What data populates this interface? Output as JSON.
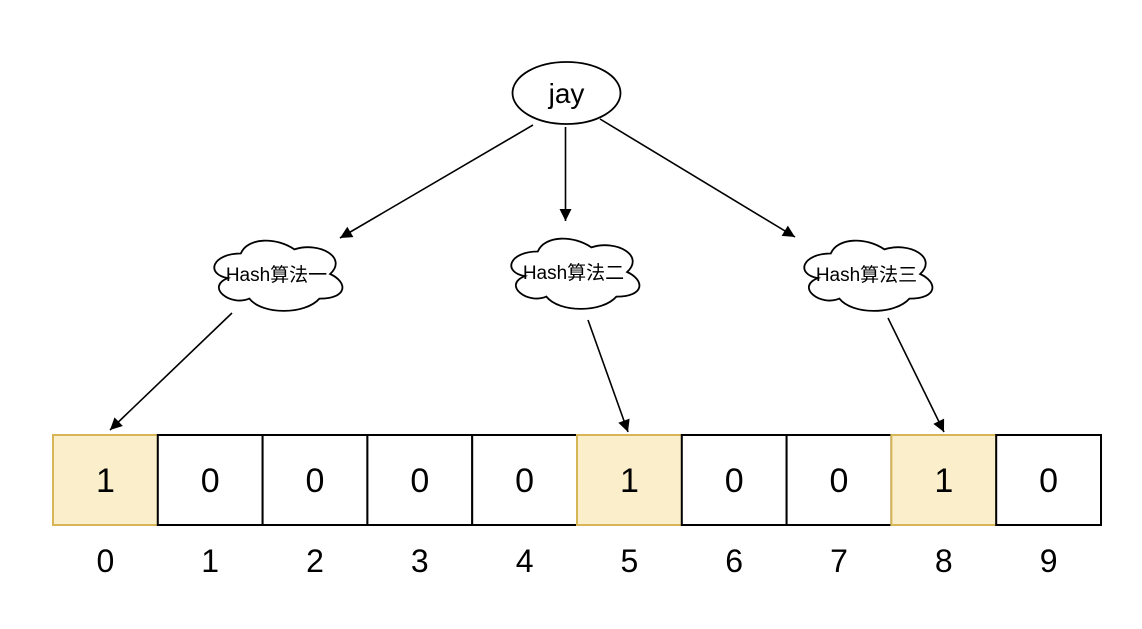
{
  "diagram": {
    "input_node": {
      "label": "jay",
      "shape": "ellipse"
    },
    "hash_nodes": [
      {
        "id": "hash1",
        "label": "Hash算法一",
        "shape": "cloud"
      },
      {
        "id": "hash2",
        "label": "Hash算法二",
        "shape": "cloud"
      },
      {
        "id": "hash3",
        "label": "Hash算法三",
        "shape": "cloud"
      }
    ],
    "edges": [
      {
        "from": "jay",
        "to": "hash1"
      },
      {
        "from": "jay",
        "to": "hash2"
      },
      {
        "from": "jay",
        "to": "hash3"
      },
      {
        "from": "hash1",
        "to": "bit-0"
      },
      {
        "from": "hash2",
        "to": "bit-5"
      },
      {
        "from": "hash3",
        "to": "bit-8"
      }
    ],
    "bit_array": {
      "cells": [
        {
          "index_label": "0",
          "value": "1",
          "highlighted": true
        },
        {
          "index_label": "1",
          "value": "0",
          "highlighted": false
        },
        {
          "index_label": "2",
          "value": "0",
          "highlighted": false
        },
        {
          "index_label": "3",
          "value": "0",
          "highlighted": false
        },
        {
          "index_label": "4",
          "value": "0",
          "highlighted": false
        },
        {
          "index_label": "5",
          "value": "1",
          "highlighted": true
        },
        {
          "index_label": "6",
          "value": "0",
          "highlighted": false
        },
        {
          "index_label": "7",
          "value": "0",
          "highlighted": false
        },
        {
          "index_label": "8",
          "value": "1",
          "highlighted": true
        },
        {
          "index_label": "9",
          "value": "0",
          "highlighted": false
        }
      ]
    },
    "colors": {
      "highlight_fill": "#FBEECB",
      "highlight_stroke": "#D6B656",
      "line": "#000000",
      "background": "#FFFFFF"
    }
  }
}
